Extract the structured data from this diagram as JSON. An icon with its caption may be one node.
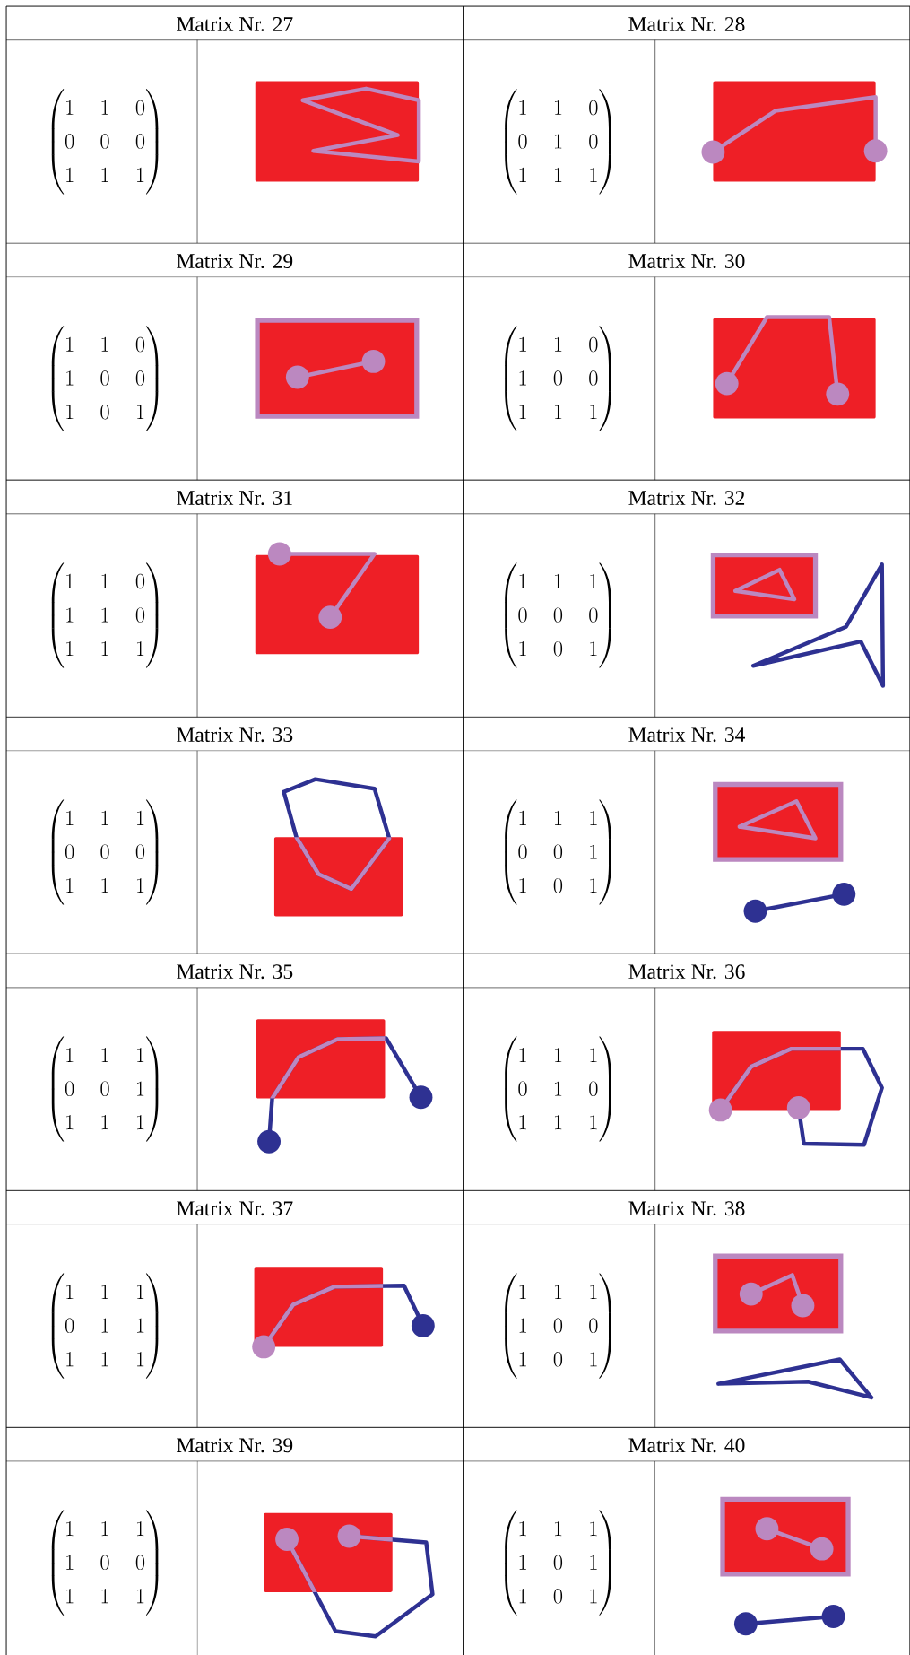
{
  "diagram": {
    "labels": [
      "Matrix Nr. 27",
      "Matrix Nr. 28",
      "\\begin{pmatrix}1&1&0\\\\0&0&0\\\\1&1&1\\end{pmatrix}",
      "\\begin{pmatrix}1&1&0\\\\0&1&0\\\\1&1&1\\end{pmatrix}",
      "Matrix Nr. 29",
      "Matrix Nr. 30",
      "\\begin{pmatrix}1&1&0\\\\1&0&0\\\\1&0&1\\end{pmatrix}",
      "\\begin{pmatrix}1&1&0\\\\1&0&0\\\\1&1&1\\end{pmatrix}",
      "Matrix Nr. 31",
      "Matrix Nr. 32",
      "\\begin{pmatrix}1&1&0\\\\1&1&0\\\\1&1&1\\end{pmatrix}",
      "\\begin{pmatrix}1&1&1\\\\0&0&0\\\\1&0&1\\end{pmatrix}",
      "Matrix Nr. 33",
      "Matrix Nr. 34",
      "\\begin{pmatrix}1&1&1\\\\0&0&0\\\\1&1&1\\end{pmatrix}",
      "\\begin{pmatrix}1&1&1\\\\0&0&1\\\\1&0&1\\end{pmatrix}",
      "Matrix Nr. 35",
      "Matrix Nr. 36",
      "\\begin{pmatrix}1&1&1\\\\0&0&1\\\\1&1&1\\end{pmatrix}",
      "\\begin{pmatrix}1&1&1\\\\0&1&0\\\\1&1&1\\end{pmatrix}",
      "Matrix Nr. 37",
      "Matrix Nr. 38",
      "\\begin{pmatrix}1&1&1\\\\0&1&1\\\\1&1&1\\end{pmatrix}",
      "\\begin{pmatrix}1&1&1\\\\1&0&0\\\\1&0&1\\end{pmatrix}",
      "Matrix Nr. 39",
      "Matrix Nr. 40",
      "\\begin{pmatrix}1&1&1\\\\1&0&0\\\\1&1&1\\end{pmatrix}",
      "\\begin{pmatrix}1&1&1\\\\1&0&1\\\\1&0&1\\end{pmatrix}"
    ]
  }
}
